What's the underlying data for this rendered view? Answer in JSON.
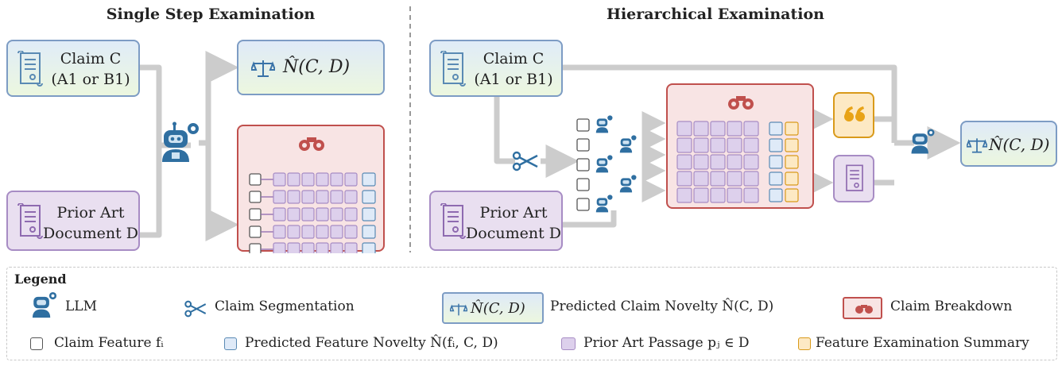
{
  "left_panel": {
    "title": "Single Step Examination",
    "claim": {
      "line1": "Claim C",
      "line2": "(A1 or B1)"
    },
    "prior": {
      "line1": "Prior Art",
      "line2": "Document D"
    },
    "novelty": "N̂(C, D)"
  },
  "right_panel": {
    "title": "Hierarchical Examination",
    "claim": {
      "line1": "Claim C",
      "line2": "(A1 or B1)"
    },
    "prior": {
      "line1": "Prior Art",
      "line2": "Document D"
    },
    "novelty": "N̂(C, D)"
  },
  "legend": {
    "title": "Legend",
    "items": {
      "llm": "LLM",
      "segmentation": "Claim Segmentation",
      "novelty_box": "N̂(C, D)",
      "claim_novelty": "Predicted Claim Novelty N̂(C, D)",
      "breakdown": "Claim Breakdown",
      "feature": "Claim Feature fᵢ",
      "feature_novelty": "Predicted Feature Novelty N̂(fᵢ, C, D)",
      "passage": "Prior Art Passage pⱼ ∈ D",
      "summary": "Feature Examination Summary"
    }
  },
  "colors": {
    "arrow": "#cccccc",
    "claim_border": "#7d9cc4",
    "prior_border": "#a78cc4",
    "breakdown_border": "#c0504d",
    "quote": "#e8a317",
    "robot": "#2f6fa1"
  }
}
